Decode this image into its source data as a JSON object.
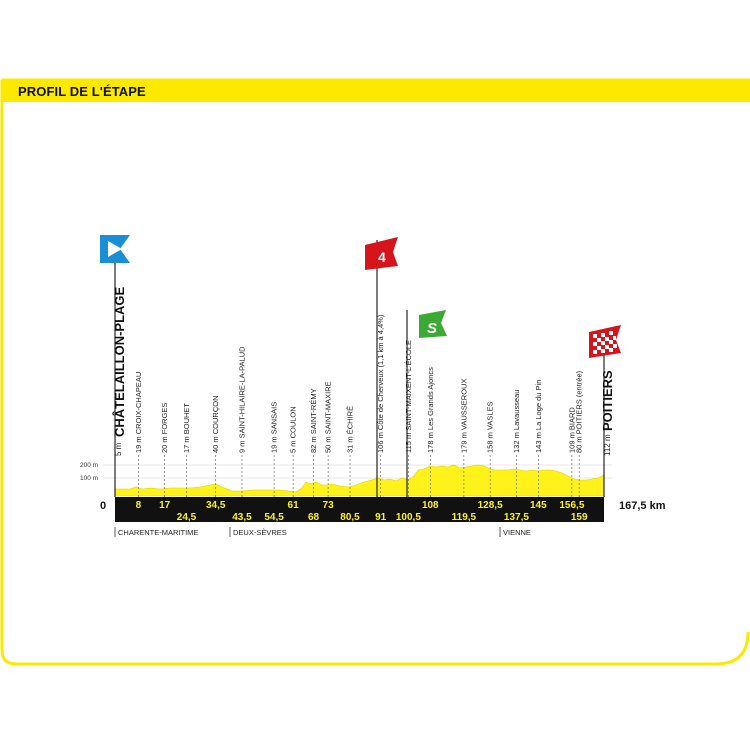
{
  "header": {
    "title": "PROFIL DE L'ÉTAPE"
  },
  "colors": {
    "accent_yellow": "#fde800",
    "profile_yellow": "#fff21a",
    "band_black": "#111111",
    "start_blue": "#1b8fd6",
    "climb_red": "#d6141c",
    "sprint_green": "#3aaa35"
  },
  "start": {
    "elevation": "5 m",
    "name": "CHÂTELAILLON-PLAGE",
    "km": "0",
    "icon": "start-flag-icon"
  },
  "finish": {
    "elevation": "112 m",
    "name": "POITIERS",
    "km": "167,5 km",
    "icon": "checkered-finish-flag-icon"
  },
  "climb": {
    "category": "4",
    "icon": "climb-category-flag-icon"
  },
  "sprint": {
    "letter": "S",
    "icon": "intermediate-sprint-flag-icon"
  },
  "y_axis": {
    "labels": [
      "200 m",
      "100 m"
    ]
  },
  "places": [
    {
      "label": "19 m CROIX-CHAPEAU",
      "km": "8"
    },
    {
      "label": "20 m FORGES",
      "km": "17"
    },
    {
      "label": "17 m BOUHET",
      "km": "24,5"
    },
    {
      "label": "40 m COURÇON",
      "km": "34,5"
    },
    {
      "label": "9 m SAINT-HILAIRE-LA-PALUD",
      "km": "43,5"
    },
    {
      "label": "19 m SANSAIS",
      "km": "54,5"
    },
    {
      "label": "5 m COULON",
      "km": "61"
    },
    {
      "label": "82 m SAINT-RÉMY",
      "km": "68"
    },
    {
      "label": "50 m SAINT-MAXIRE",
      "km": "73"
    },
    {
      "label": "31 m ÉCHIRÉ",
      "km": "80,5"
    },
    {
      "label": "106 m Côte de Cherveux (1,1 km à 4,4%)",
      "km": "91"
    },
    {
      "label": "115 m SAINT-MAIXENT-L'ÉCOLE",
      "km": "100,5"
    },
    {
      "label": "178 m Les Grands Ajoncs",
      "km": "108"
    },
    {
      "label": "179 m VAUSSEROUX",
      "km": "119,5"
    },
    {
      "label": "158 m VASLES",
      "km": "128,5"
    },
    {
      "label": "132 m Lavausseau",
      "km": "137,5"
    },
    {
      "label": "143 m La Loge du Pin",
      "km": "145"
    },
    {
      "label": "109 m BIARD",
      "km": "156,5"
    },
    {
      "label": "80 m POITIERS (entrée)",
      "km": "159"
    }
  ],
  "departments": [
    {
      "name": "CHARENTE-MARITIME"
    },
    {
      "name": "DEUX-SÈVRES"
    },
    {
      "name": "VIENNE"
    }
  ]
}
